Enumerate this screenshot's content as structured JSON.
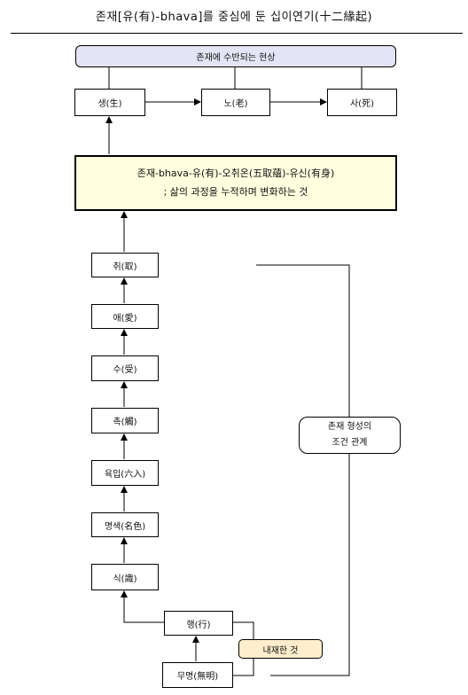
{
  "title": "존재[유(有)-bhava]를 중심에 둔 십이연기(十二緣起)",
  "top_banner": "존재에 수반되는 현상",
  "top_row": [
    "생(生)",
    "노(老)",
    "사(死)"
  ],
  "center": {
    "line1": "존재-bhava-유(有)-오취온(五取蘊)-유신(有身)",
    "line2": "; 삶의 과정을 누적하며 변화하는 것"
  },
  "chain": [
    "취(取)",
    "애(愛)",
    "수(受)",
    "촉(觸)",
    "육입(六入)",
    "명색(名色)",
    "식(識)"
  ],
  "haeng": "행(行)",
  "mumyeong": "무명(無明)",
  "latent": "내재한 것",
  "condition": {
    "line1": "존재 형성의",
    "line2": "조건 관계"
  }
}
